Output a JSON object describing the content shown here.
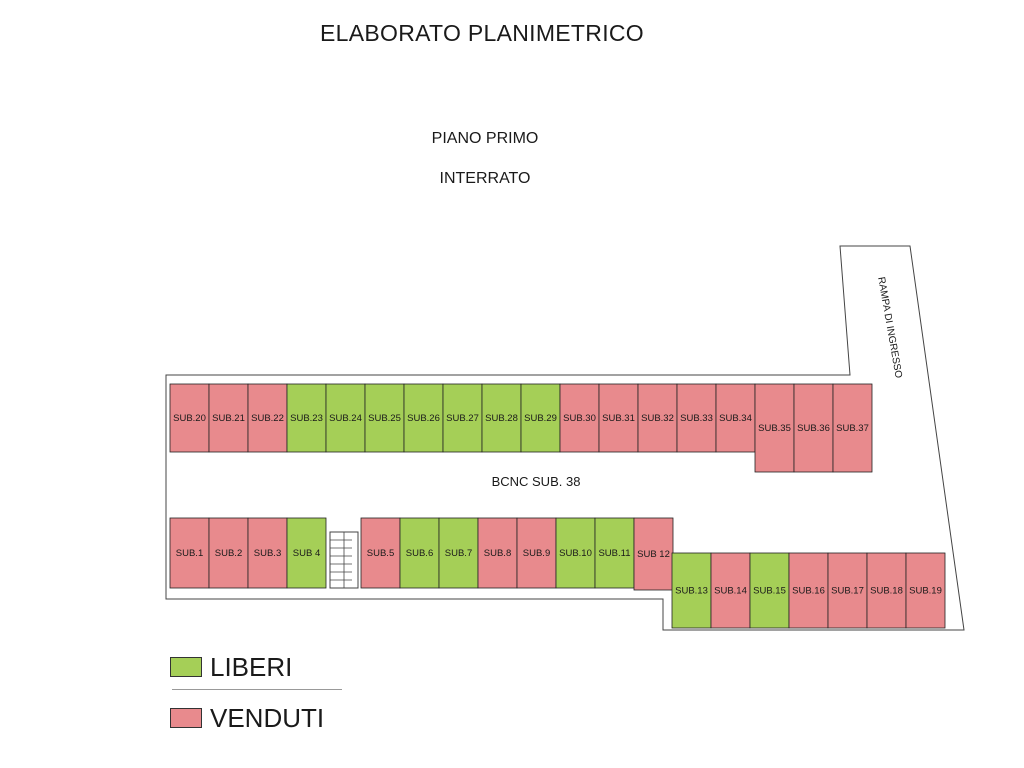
{
  "title": "ELABORATO PLANIMETRICO",
  "subtitle_line1": "PIANO PRIMO",
  "subtitle_line2": "INTERRATO",
  "corridor_label": "BCNC SUB. 38",
  "ramp_label": "RAMPA DI INGRESSO",
  "colors": {
    "liberi": "#a5cf57",
    "venduti": "#e88a8d",
    "outline": "#222222"
  },
  "legend": [
    {
      "status": "liberi",
      "label": "LIBERI"
    },
    {
      "status": "venduti",
      "label": "VENDUTI"
    }
  ],
  "units_top": [
    {
      "label": "SUB.20",
      "status": "venduti"
    },
    {
      "label": "SUB.21",
      "status": "venduti"
    },
    {
      "label": "SUB.22",
      "status": "venduti"
    },
    {
      "label": "SUB.23",
      "status": "liberi"
    },
    {
      "label": "SUB.24",
      "status": "liberi"
    },
    {
      "label": "SUB.25",
      "status": "liberi"
    },
    {
      "label": "SUB.26",
      "status": "liberi"
    },
    {
      "label": "SUB.27",
      "status": "liberi"
    },
    {
      "label": "SUB.28",
      "status": "liberi"
    },
    {
      "label": "SUB.29",
      "status": "liberi"
    },
    {
      "label": "SUB.30",
      "status": "venduti"
    },
    {
      "label": "SUB.31",
      "status": "venduti"
    },
    {
      "label": "SUB.32",
      "status": "venduti"
    },
    {
      "label": "SUB.33",
      "status": "venduti"
    },
    {
      "label": "SUB.34",
      "status": "venduti"
    },
    {
      "label": "SUB.35",
      "status": "venduti"
    },
    {
      "label": "SUB.36",
      "status": "venduti"
    },
    {
      "label": "SUB.37",
      "status": "venduti"
    }
  ],
  "units_bottom_left": [
    {
      "label": "SUB.1",
      "status": "venduti"
    },
    {
      "label": "SUB.2",
      "status": "venduti"
    },
    {
      "label": "SUB.3",
      "status": "venduti"
    },
    {
      "label": "SUB 4",
      "status": "liberi"
    }
  ],
  "units_bottom_mid": [
    {
      "label": "SUB.5",
      "status": "venduti"
    },
    {
      "label": "SUB.6",
      "status": "liberi"
    },
    {
      "label": "SUB.7",
      "status": "liberi"
    },
    {
      "label": "SUB.8",
      "status": "venduti"
    },
    {
      "label": "SUB.9",
      "status": "venduti"
    },
    {
      "label": "SUB.10",
      "status": "liberi"
    },
    {
      "label": "SUB.11",
      "status": "liberi"
    },
    {
      "label": "SUB 12",
      "status": "venduti"
    }
  ],
  "units_bottom_right": [
    {
      "label": "SUB.13",
      "status": "liberi"
    },
    {
      "label": "SUB.14",
      "status": "venduti"
    },
    {
      "label": "SUB.15",
      "status": "liberi"
    },
    {
      "label": "SUB.16",
      "status": "venduti"
    },
    {
      "label": "SUB.17",
      "status": "venduti"
    },
    {
      "label": "SUB.18",
      "status": "venduti"
    },
    {
      "label": "SUB.19",
      "status": "venduti"
    }
  ]
}
